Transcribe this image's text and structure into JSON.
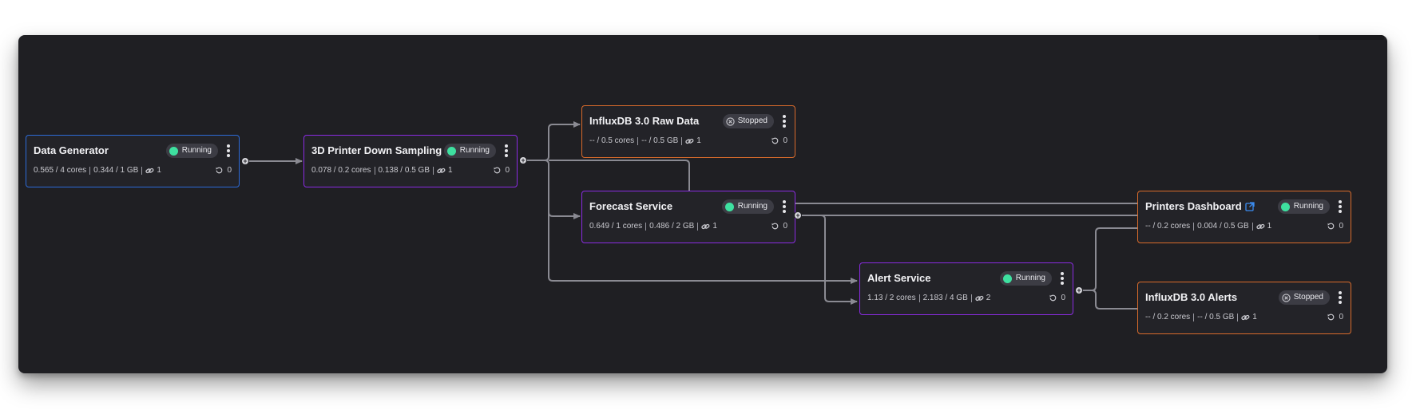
{
  "colors": {
    "canvas": "#1f1f23",
    "node_bg": "#232328",
    "border_purple": "#8a2be2",
    "border_blue": "#2d6bd8",
    "border_orange": "#d96b2b",
    "running_dot": "#3ee0a0",
    "edge": "#8a8a92"
  },
  "nodes": {
    "data_generator": {
      "title": "Data Generator",
      "status": "Running",
      "cpu": "0.565 / 4 cores",
      "mem": "0.344 / 1 GB",
      "replicas": "1",
      "restarts": "0"
    },
    "printer_down_sampling": {
      "title": "3D Printer Down Sampling",
      "status": "Running",
      "cpu": "0.078 / 0.2 cores",
      "mem": "0.138 / 0.5 GB",
      "replicas": "1",
      "restarts": "0"
    },
    "influx_raw": {
      "title": "InfluxDB 3.0 Raw Data",
      "status": "Stopped",
      "cpu": "-- / 0.5 cores",
      "mem": "-- / 0.5 GB",
      "replicas": "1",
      "restarts": "0"
    },
    "forecast": {
      "title": "Forecast Service",
      "status": "Running",
      "cpu": "0.649 / 1 cores",
      "mem": "0.486 / 2 GB",
      "replicas": "1",
      "restarts": "0"
    },
    "alert": {
      "title": "Alert Service",
      "status": "Running",
      "cpu": "1.13 / 2 cores",
      "mem": "2.183 / 4 GB",
      "replicas": "2",
      "restarts": "0"
    },
    "printers_dashboard": {
      "title": "Printers Dashboard",
      "status": "Running",
      "cpu": "-- / 0.2 cores",
      "mem": "0.004 / 0.5 GB",
      "replicas": "1",
      "restarts": "0"
    },
    "influx_alerts": {
      "title": "InfluxDB 3.0 Alerts",
      "status": "Stopped",
      "cpu": "-- / 0.2 cores",
      "mem": "-- / 0.5 GB",
      "replicas": "1",
      "restarts": "0"
    }
  },
  "icons": {
    "menu": "kebab-menu-icon",
    "replicas": "link-icon",
    "restarts": "restart-icon",
    "stopped": "circle-x-icon",
    "external": "external-link-icon",
    "port": "plus-icon"
  }
}
